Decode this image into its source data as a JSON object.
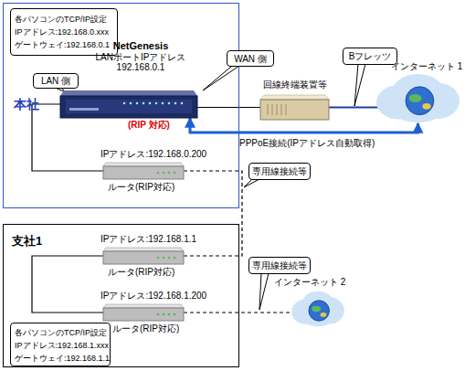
{
  "diagram": {
    "nodes": [
      {
        "text": [
          "本社"
        ]
      },
      {
        "text": [
          "各パソコンのTCP/IP設定 IPアドレス:192.168.0.xxx ゲートウェイ:192.168.0.1"
        ],
        "in": 0
      },
      {
        "text": [
          "LAN 側"
        ],
        "in": 0
      },
      {
        "text": [
          "NetGenesis",
          "LANポートIPアドレス 192.168.0.1"
        ],
        "in": 0
      },
      {
        "text": [
          "WAN 側"
        ]
      },
      {
        "text": [
          "回線終端装置等"
        ]
      },
      {
        "text": [
          "Bフレッツ"
        ]
      },
      {
        "text": [
          "インターネット 1"
        ]
      },
      {
        "text": [
          "IPアドレス:192.168.0.200",
          "ルータ(RIP対応)"
        ],
        "in": 0
      },
      {
        "text": [
          "専用線接続等"
        ]
      },
      {
        "text": [
          "支社1"
        ]
      },
      {
        "text": [
          "IPアドレス:192.168.1.1",
          "ルータ(RIP対応)"
        ],
        "in": 10
      },
      {
        "text": [
          "IPアドレス:192.168.1.200",
          "ルータ(RIP対応)"
        ],
        "in": 10
      },
      {
        "text": [
          "専用線接続等"
        ]
      },
      {
        "text": [
          "インターネット 2"
        ]
      },
      {
        "text": [
          "各パソコンのTCP/IP設定 IPアドレス:192.168.1.xxx ゲートウェイ:192.168.1.1"
        ],
        "in": 10
      }
    ],
    "edges": [
      {
        "from": 3,
        "to": 5,
        "arrow": "none"
      },
      {
        "from": 5,
        "to": 7,
        "arrow": "none"
      },
      {
        "from": 3,
        "to": 7,
        "label": "PPPoE接続(IPアドレス自動取得)",
        "arrow": "both"
      },
      {
        "from": 3,
        "to": 8,
        "arrow": "none"
      },
      {
        "from": 8,
        "to": 11,
        "arrow": "none"
      },
      {
        "from": 11,
        "to": 12,
        "arrow": "none"
      },
      {
        "from": 12,
        "to": 14,
        "arrow": "none"
      }
    ],
    "labels": [
      "(RIP 対応)"
    ]
  }
}
